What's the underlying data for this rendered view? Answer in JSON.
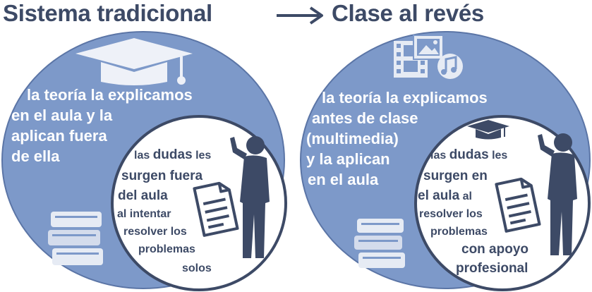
{
  "titles": {
    "left": "Sistema tradicional",
    "right": "Clase al revés"
  },
  "left": {
    "main_lines": [
      "la teoría la explicamos",
      "en el aula y la",
      "aplican fuera",
      "de ella"
    ],
    "inner": {
      "line1_a": "las ",
      "line1_b": "dudas",
      "line1_c": " les",
      "line2": "surgen fuera",
      "line3": "del aula",
      "line4": "al intentar",
      "line5": "resolver los",
      "line6": "problemas",
      "line7": "solos"
    }
  },
  "right": {
    "main_lines": [
      "la teoría la explicamos",
      "antes de clase",
      "(multimedia)",
      "y la aplican",
      "en el aula"
    ],
    "inner": {
      "line1_a": "las ",
      "line1_b": "dudas",
      "line1_c": " les",
      "line2": "surgen en",
      "line3_a": "el aula",
      "line3_b": " al",
      "line4": "resolver los",
      "line5": "problemas",
      "line6": "con apoyo",
      "line7": "profesional"
    }
  },
  "colors": {
    "circle_fill": "#7d99c9",
    "dark_navy": "#3d4a66",
    "icon_light": "#e6ebf4"
  }
}
